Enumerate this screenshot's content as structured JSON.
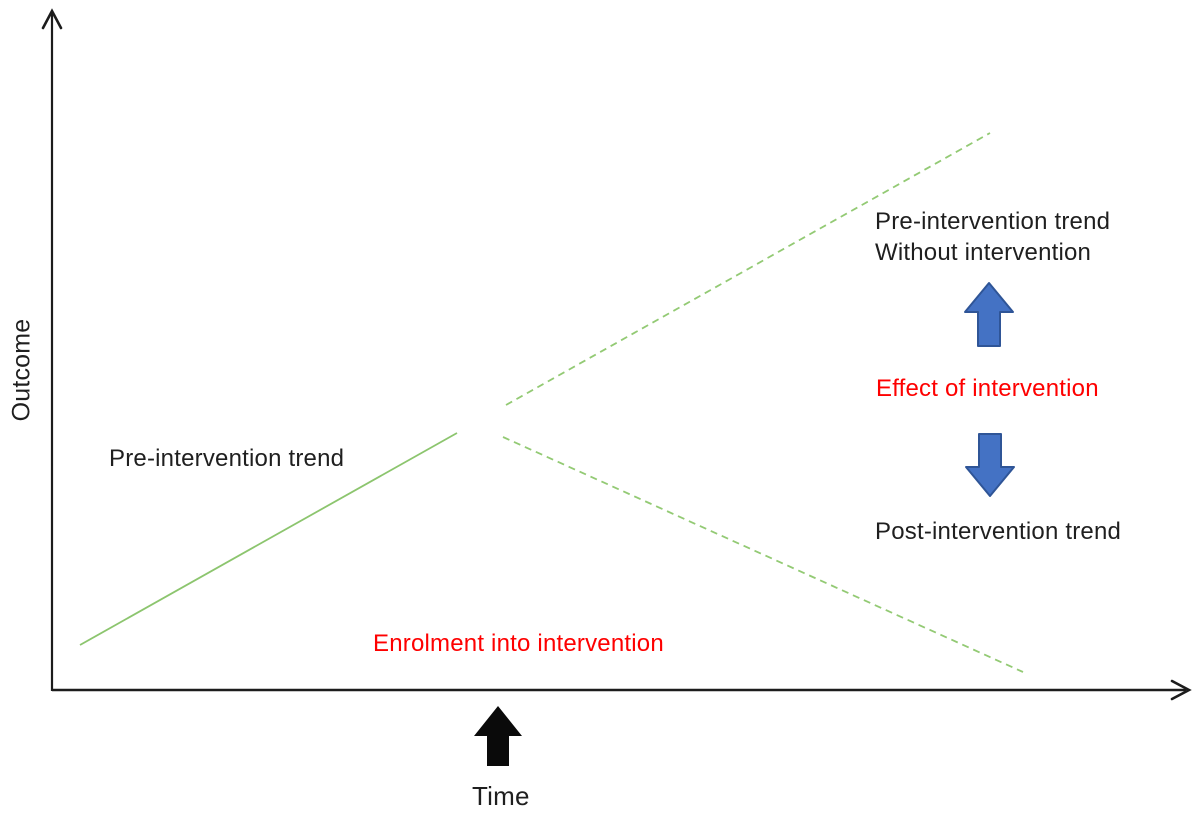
{
  "diagram": {
    "axes": {
      "y_label": "Outcome",
      "x_label": "Time"
    },
    "labels": {
      "pre_trend_left": "Pre-intervention trend",
      "counterfactual_line1": "Pre-intervention trend",
      "counterfactual_line2": "Without intervention",
      "effect": "Effect of intervention",
      "post_trend": "Post-intervention trend",
      "enrolment": "Enrolment into intervention"
    },
    "colors": {
      "axis": "#1c1c1c",
      "text_black": "#1f1f1f",
      "text_red": "#fe0000",
      "trend_solid_green": "#8cc56e",
      "trend_dashed_green": "#93ca74",
      "blue_arrow_fill": "#4472c4",
      "blue_arrow_stroke": "#2f5597",
      "black_arrow": "#0a0a0a"
    }
  }
}
